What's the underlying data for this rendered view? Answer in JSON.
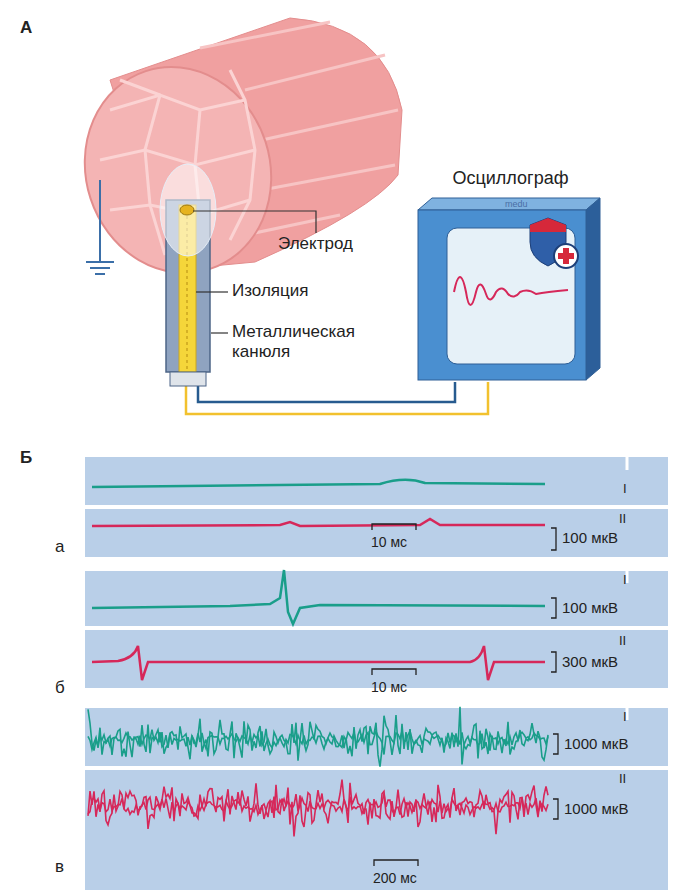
{
  "diagram": {
    "nodes": [
      {
        "text": [
          "Осциллограф"
        ]
      }
    ],
    "labels": [
      "А",
      "Электрод",
      "Изоляция",
      "Металлическая канюля",
      "medu",
      "Б",
      "I",
      "II",
      "а",
      "10 мс",
      "100 мкВ",
      "I",
      "100 мкВ",
      "II",
      "300 мкВ",
      "б",
      "10 мс",
      "I",
      "1000 мкВ",
      "II",
      "1000 мкВ",
      "в",
      "200 мс"
    ]
  }
}
